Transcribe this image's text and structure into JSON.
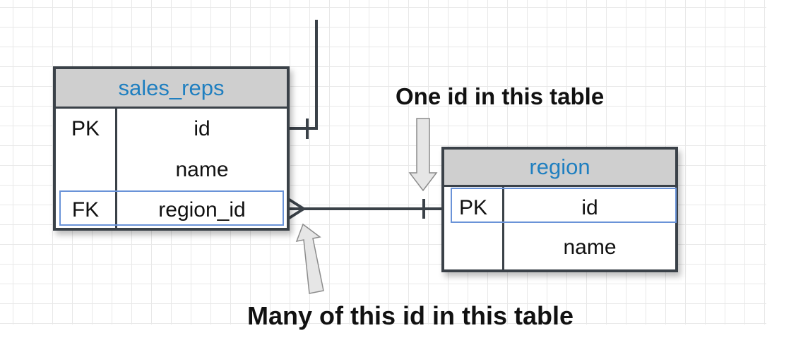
{
  "entities": {
    "sales_reps": {
      "title": "sales_reps",
      "rows": [
        {
          "key": "PK",
          "field": "id"
        },
        {
          "key": "",
          "field": "name"
        },
        {
          "key": "FK",
          "field": "region_id"
        }
      ]
    },
    "region": {
      "title": "region",
      "rows": [
        {
          "key": "PK",
          "field": "id"
        },
        {
          "key": "",
          "field": "name"
        }
      ]
    }
  },
  "annotations": {
    "one": "One id in this table",
    "many": "Many of this id in this table"
  },
  "colors": {
    "header_bg": "#cfcfcf",
    "header_text": "#1f7fc0",
    "border": "#3a4148",
    "highlight": "#6a93d8",
    "arrow_fill": "#e6e6e6"
  }
}
